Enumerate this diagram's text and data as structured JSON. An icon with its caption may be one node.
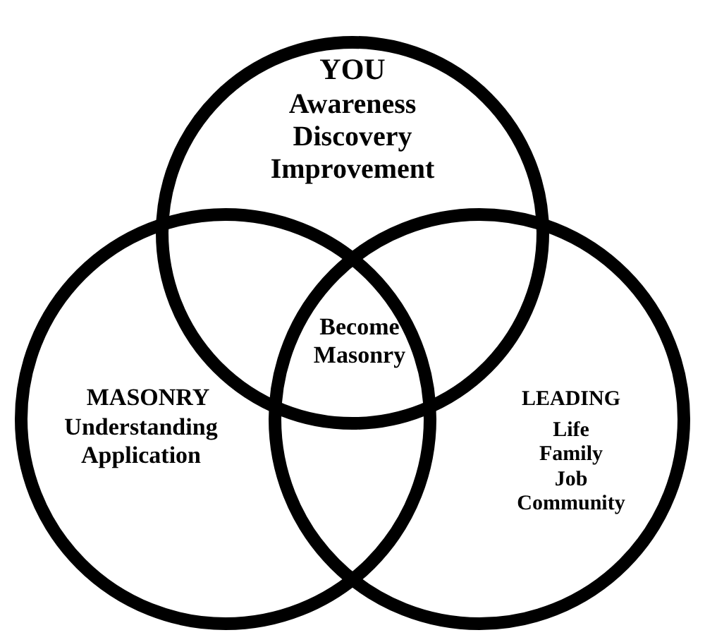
{
  "diagram": {
    "nodes": [
      {
        "text": [
          "YOU",
          "Awareness Discovery Improvement"
        ]
      },
      {
        "text": [
          "MASONRY",
          "Understanding Application"
        ]
      },
      {
        "text": [
          "LEADING",
          "Life Family Job Community"
        ]
      }
    ],
    "labels": [
      "Become Masonry"
    ]
  }
}
